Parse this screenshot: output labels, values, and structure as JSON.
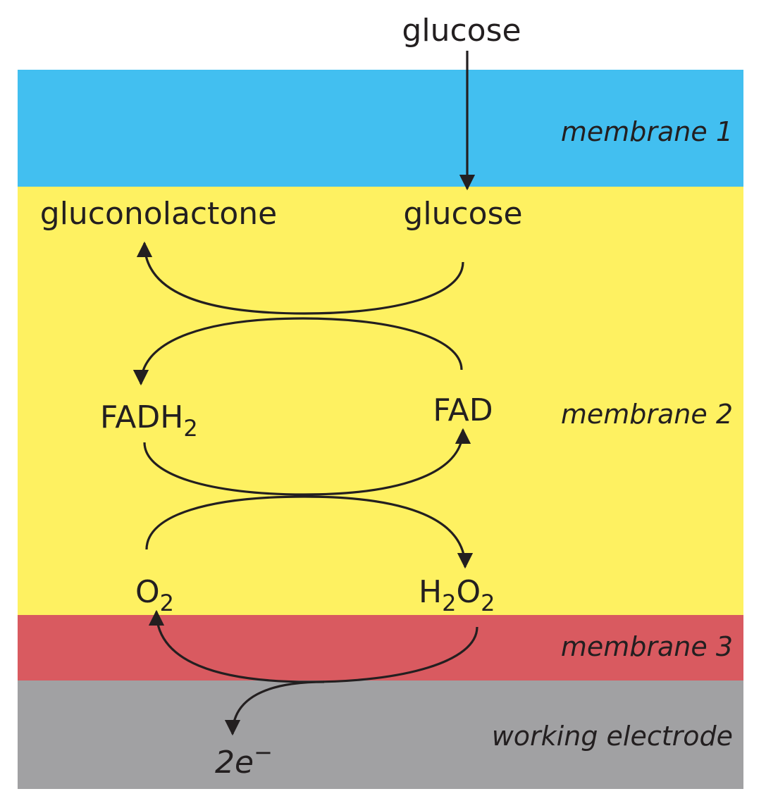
{
  "colors": {
    "membrane1": "#42bff0",
    "membrane2": "#fef161",
    "membrane3": "#d95a60",
    "electrode": "#a1a1a3",
    "ink": "#231f20"
  },
  "layers": {
    "membrane1": "membrane 1",
    "membrane2": "membrane 2",
    "membrane3": "membrane 3",
    "electrode": "working electrode"
  },
  "species": {
    "glucose_outside": "glucose",
    "glucose": "glucose",
    "gluconolactone": "gluconolactone",
    "fadh2_main": "FADH",
    "fadh2_sub": "2",
    "fad": "FAD",
    "o2_main": "O",
    "o2_sub": "2",
    "h2o2_h": "H",
    "h2o2_sub1": "2",
    "h2o2_o": "O",
    "h2o2_sub2": "2",
    "electrons_main": "2e",
    "electrons_sup": "−"
  }
}
